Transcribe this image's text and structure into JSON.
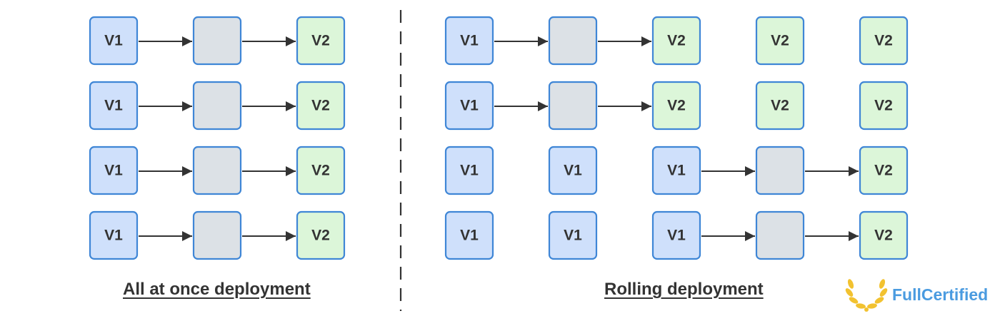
{
  "colors": {
    "v1_fill": "#cfe0fb",
    "v1_stroke": "#3f86d6",
    "v2_fill": "#dcf6d9",
    "v2_stroke": "#3f86d6",
    "empty_fill": "#dce1e6",
    "empty_stroke": "#3f86d6",
    "arrow": "#333333",
    "divider": "#333333",
    "caption": "#333333",
    "logo_gold": "#f2c230",
    "logo_text": "#4a9be0"
  },
  "sections": [
    {
      "caption": "All at once deployment",
      "rows": [
        [
          "V1",
          "",
          "V2"
        ],
        [
          "V1",
          "",
          "V2"
        ],
        [
          "V1",
          "",
          "V2"
        ],
        [
          "V1",
          "",
          "V2"
        ]
      ]
    },
    {
      "caption": "Rolling deployment",
      "rows": [
        [
          "V1",
          "",
          "V2",
          "V2",
          "V2"
        ],
        [
          "V1",
          "",
          "V2",
          "V2",
          "V2"
        ],
        [
          "V1",
          "V1",
          "V1",
          "",
          "V2"
        ],
        [
          "V1",
          "V1",
          "V1",
          "",
          "V2"
        ]
      ]
    }
  ],
  "logo": {
    "text": "FullCertified",
    "icon": "laurel-wreath-icon"
  }
}
